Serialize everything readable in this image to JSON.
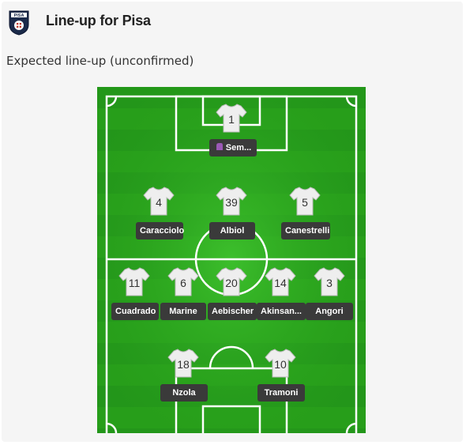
{
  "header": {
    "title": "Line-up for Pisa",
    "logo_icon": "pisa-crest-icon",
    "logo_text": "PISA"
  },
  "subtitle": "Expected line-up (unconfirmed)",
  "colors": {
    "pitch": "#279e1a",
    "lines": "#ffffff",
    "name_tag": "#3a3a3a",
    "goalkeeper_badge": "#8e44ad"
  },
  "lineup": {
    "goalkeeper": {
      "number": "1",
      "name": "Sem...",
      "badge_icon": "goalkeeper-glove-icon"
    },
    "defenders": [
      {
        "number": "4",
        "name": "Caracciolo"
      },
      {
        "number": "39",
        "name": "Albiol"
      },
      {
        "number": "5",
        "name": "Canestrelli"
      }
    ],
    "midfielders": [
      {
        "number": "11",
        "name": "Cuadrado"
      },
      {
        "number": "6",
        "name": "Marine"
      },
      {
        "number": "20",
        "name": "Aebischer"
      },
      {
        "number": "14",
        "name": "Akinsan..."
      },
      {
        "number": "3",
        "name": "Angori"
      }
    ],
    "forwards": [
      {
        "number": "18",
        "name": "Nzola"
      },
      {
        "number": "10",
        "name": "Tramoni"
      }
    ]
  }
}
